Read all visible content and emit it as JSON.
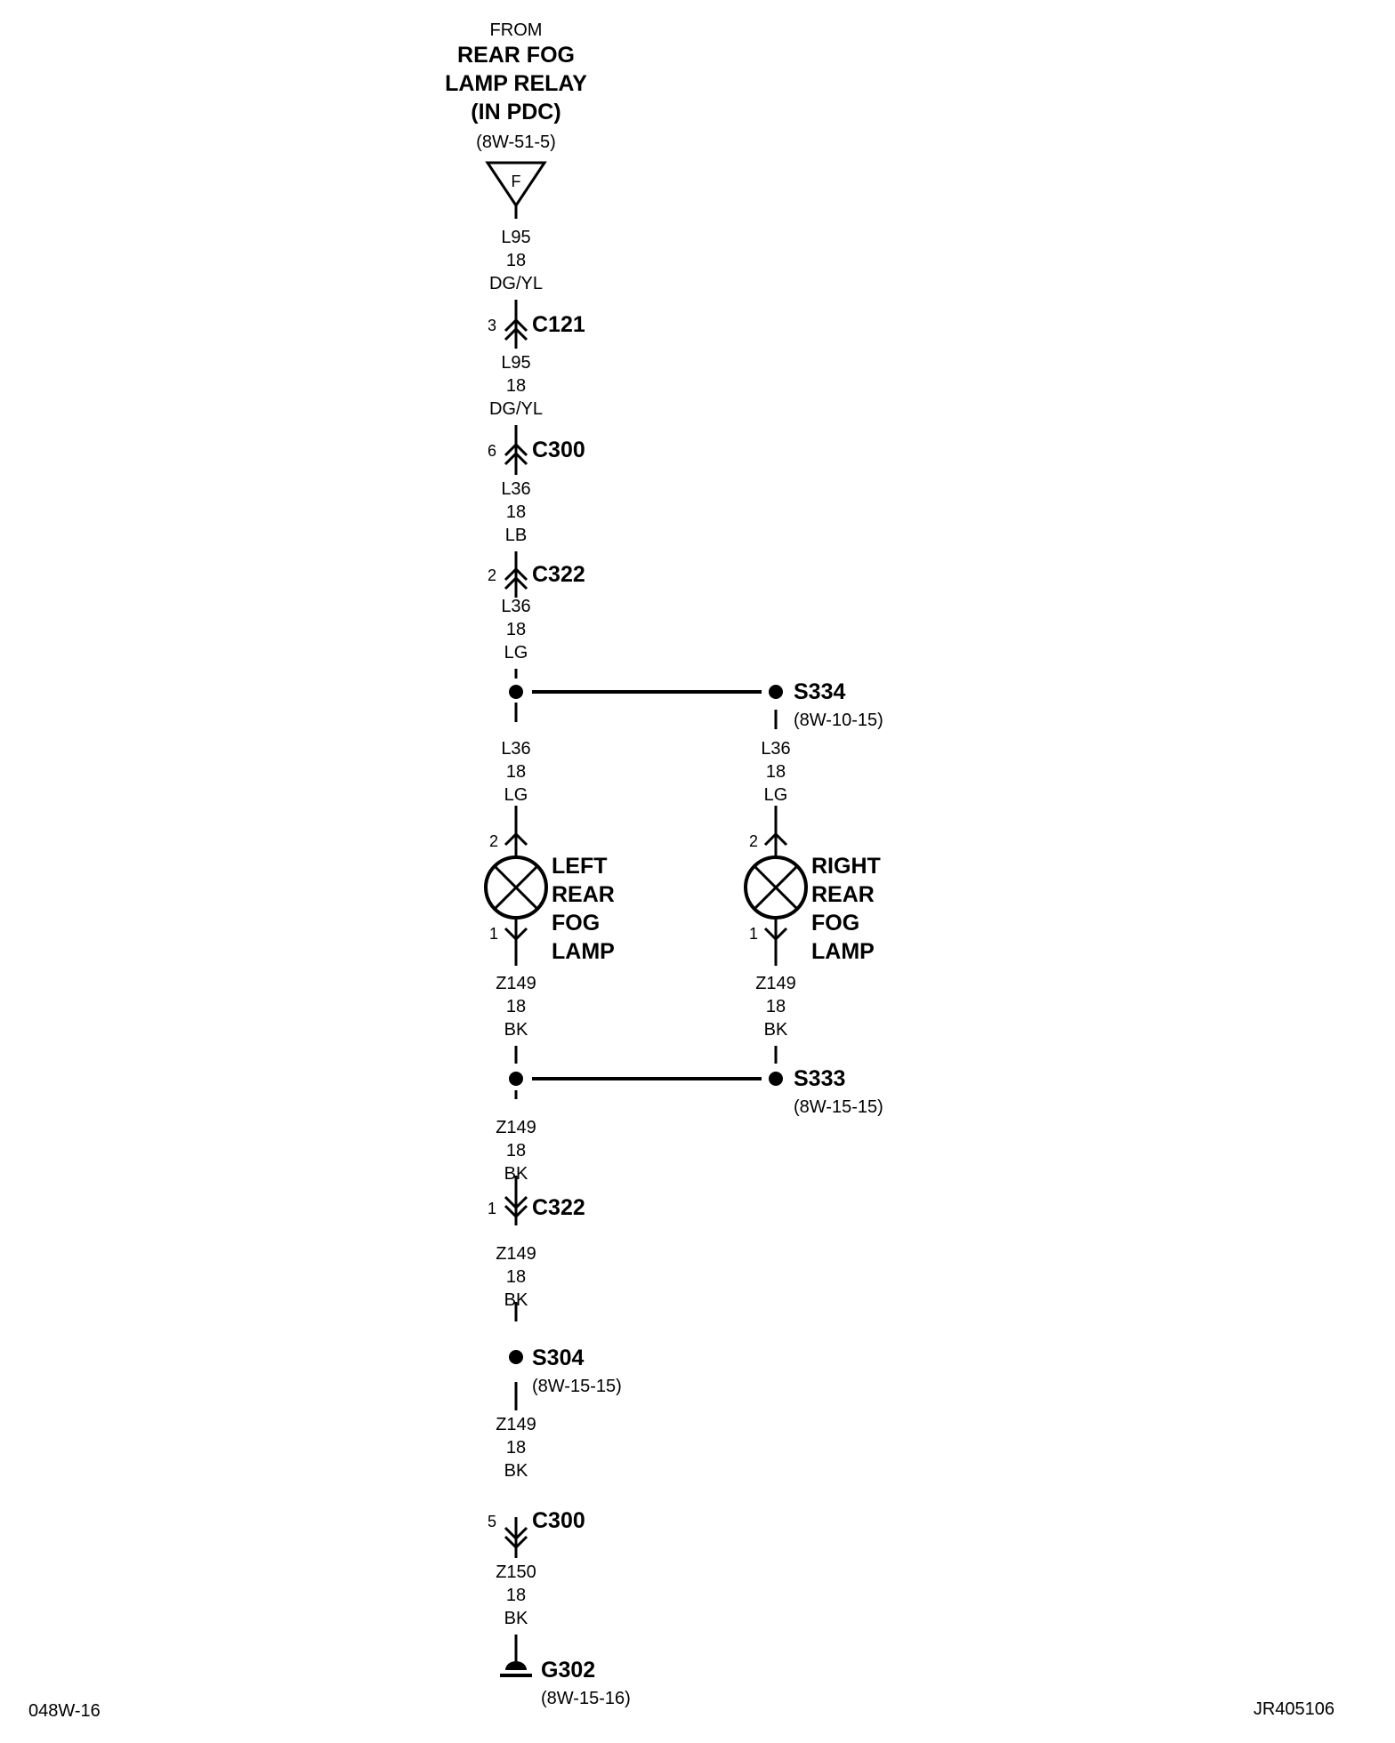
{
  "source": {
    "from_label": "FROM",
    "name_lines": [
      "REAR FOG",
      "LAMP RELAY",
      "(IN PDC)"
    ],
    "ref": "(8W-51-5)",
    "terminal_letter": "F"
  },
  "wires": [
    {
      "lines": [
        "L95",
        "18",
        "DG/YL"
      ]
    },
    {
      "lines": [
        "L95",
        "18",
        "DG/YL"
      ]
    },
    {
      "lines": [
        "L36",
        "18",
        "LB"
      ]
    },
    {
      "lines": [
        "L36",
        "18",
        "LG"
      ]
    },
    {
      "lines": [
        "L36",
        "18",
        "LG"
      ]
    },
    {
      "lines": [
        "L36",
        "18",
        "LG"
      ]
    },
    {
      "lines": [
        "Z149",
        "18",
        "BK"
      ]
    },
    {
      "lines": [
        "Z149",
        "18",
        "BK"
      ]
    },
    {
      "lines": [
        "Z149",
        "18",
        "BK"
      ]
    },
    {
      "lines": [
        "Z149",
        "18",
        "BK"
      ]
    },
    {
      "lines": [
        "Z149",
        "18",
        "BK"
      ]
    },
    {
      "lines": [
        "Z150",
        "18",
        "BK"
      ]
    }
  ],
  "connectors": [
    {
      "pin": "3",
      "name": "C121"
    },
    {
      "pin": "6",
      "name": "C300"
    },
    {
      "pin": "2",
      "name": "C322"
    },
    {
      "pin": "1",
      "name": "C322"
    },
    {
      "pin": "5",
      "name": "C300"
    }
  ],
  "splices": [
    {
      "name": "S334",
      "ref": "(8W-10-15)"
    },
    {
      "name": "S333",
      "ref": "(8W-15-15)"
    },
    {
      "name": "S304",
      "ref": "(8W-15-15)"
    }
  ],
  "lamps": [
    {
      "top_pin": "2",
      "bottom_pin": "1",
      "label_lines": [
        "LEFT",
        "REAR",
        "FOG",
        "LAMP"
      ]
    },
    {
      "top_pin": "2",
      "bottom_pin": "1",
      "label_lines": [
        "RIGHT",
        "REAR",
        "FOG",
        "LAMP"
      ]
    }
  ],
  "ground": {
    "name": "G302",
    "ref": "(8W-15-16)"
  },
  "footer": {
    "left_code": "048W-16",
    "right_code": "JR405106"
  }
}
